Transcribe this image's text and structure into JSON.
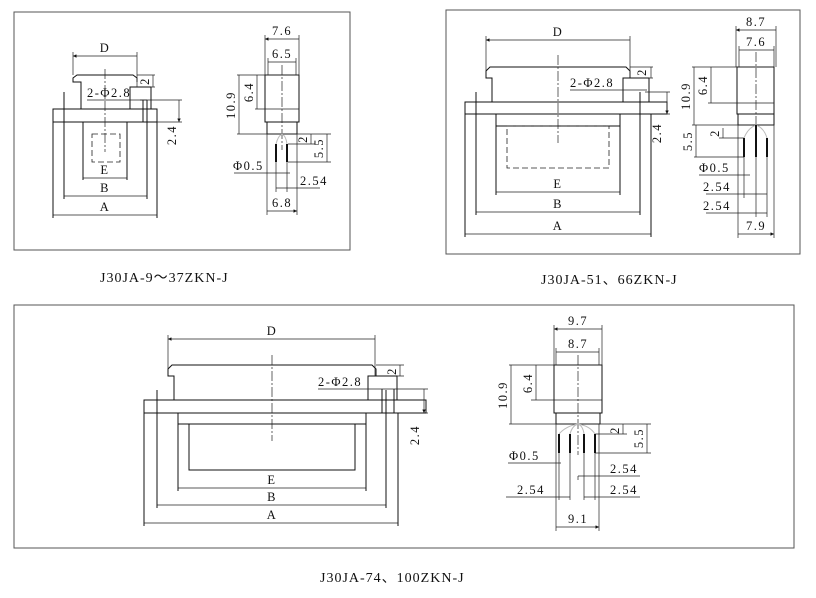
{
  "panels": [
    {
      "caption": "J30JA-9～37ZKN-J",
      "front": {
        "D": "D",
        "E": "E",
        "B": "B",
        "A": "A",
        "holes": "2-Φ2.8",
        "step": "2",
        "thick": "2.4"
      },
      "side": {
        "w_outer": "7.6",
        "w_inner": "6.5",
        "height": "10.9",
        "body_h": "6.4",
        "pin_step": "2",
        "pin_len": "5.5",
        "pin_dia": "Φ0.5",
        "pitch1": "2.54",
        "base": "6.8"
      }
    },
    {
      "caption": "J30JA-51、66ZKN-J",
      "front": {
        "D": "D",
        "E": "E",
        "B": "B",
        "A": "A",
        "holes": "2-Φ2.8",
        "step": "2",
        "thick": "2.4"
      },
      "side": {
        "w_outer": "8.7",
        "w_inner": "7.6",
        "height": "10.9",
        "body_h": "6.4",
        "pin_step": "2",
        "pin_len": "5.5",
        "pin_dia": "Φ0.5",
        "pitch1": "2.54",
        "pitch2": "2.54",
        "base": "7.9"
      }
    },
    {
      "caption": "J30JA-74、100ZKN-J",
      "front": {
        "D": "D",
        "E": "E",
        "B": "B",
        "A": "A",
        "holes": "2-Φ2.8",
        "step": "2",
        "thick": "2.4"
      },
      "side": {
        "w_outer": "9.7",
        "w_inner": "8.7",
        "height": "10.9",
        "body_h": "6.4",
        "pin_step": "2",
        "pin_len": "5.5",
        "pin_dia": "Φ0.5",
        "pitch1": "2.54",
        "pitch2": "2.54",
        "pitch3": "2.54",
        "base": "9.1"
      }
    }
  ]
}
